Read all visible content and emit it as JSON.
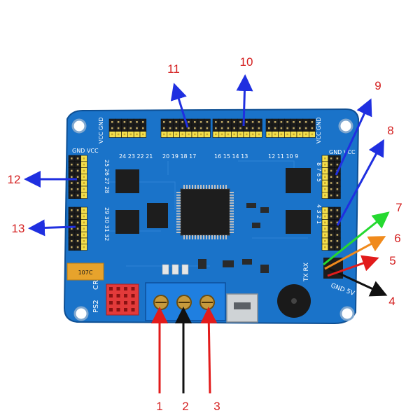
{
  "diagram": {
    "callouts": [
      {
        "id": "1",
        "label": "1",
        "color": "#e21b1b"
      },
      {
        "id": "2",
        "label": "2",
        "color": "#111111"
      },
      {
        "id": "3",
        "label": "3",
        "color": "#e21b1b"
      },
      {
        "id": "4",
        "label": "4",
        "color": "#111111"
      },
      {
        "id": "5",
        "label": "5",
        "color": "#e21b1b"
      },
      {
        "id": "6",
        "label": "6",
        "color": "#f08a1c"
      },
      {
        "id": "7",
        "label": "7",
        "color": "#25d930"
      },
      {
        "id": "8",
        "label": "8",
        "color": "#1f2fe0"
      },
      {
        "id": "9",
        "label": "9",
        "color": "#1f2fe0"
      },
      {
        "id": "10",
        "label": "10",
        "color": "#1f2fe0"
      },
      {
        "id": "11",
        "label": "11",
        "color": "#1f2fe0"
      },
      {
        "id": "12",
        "label": "12",
        "color": "#1f2fe0"
      },
      {
        "id": "13",
        "label": "13",
        "color": "#1f2fe0"
      }
    ],
    "board": {
      "color": "#1a73c9",
      "silkscreen": {
        "top_left_power": "VCC GND",
        "top_right_power": "VCC GND",
        "left_power": "GND  VCC",
        "right_power": "GND VCC",
        "top_channels_a": "24 23 22 21",
        "top_channels_b": "20 19 18 17",
        "top_channels_c": "16 15 14 13",
        "top_channels_d": "12 11 10 9",
        "left_channels": "25 26 27 28",
        "left_channels_b": "29 30 31 32",
        "right_channels": "8 7 6 5",
        "right_channels_b": "4 3 2 1",
        "ps2": "PS2",
        "cr": "CR",
        "tx_rx": "TX RX",
        "gnd_5v": "GND 5V",
        "cap_label": "107C"
      }
    }
  }
}
